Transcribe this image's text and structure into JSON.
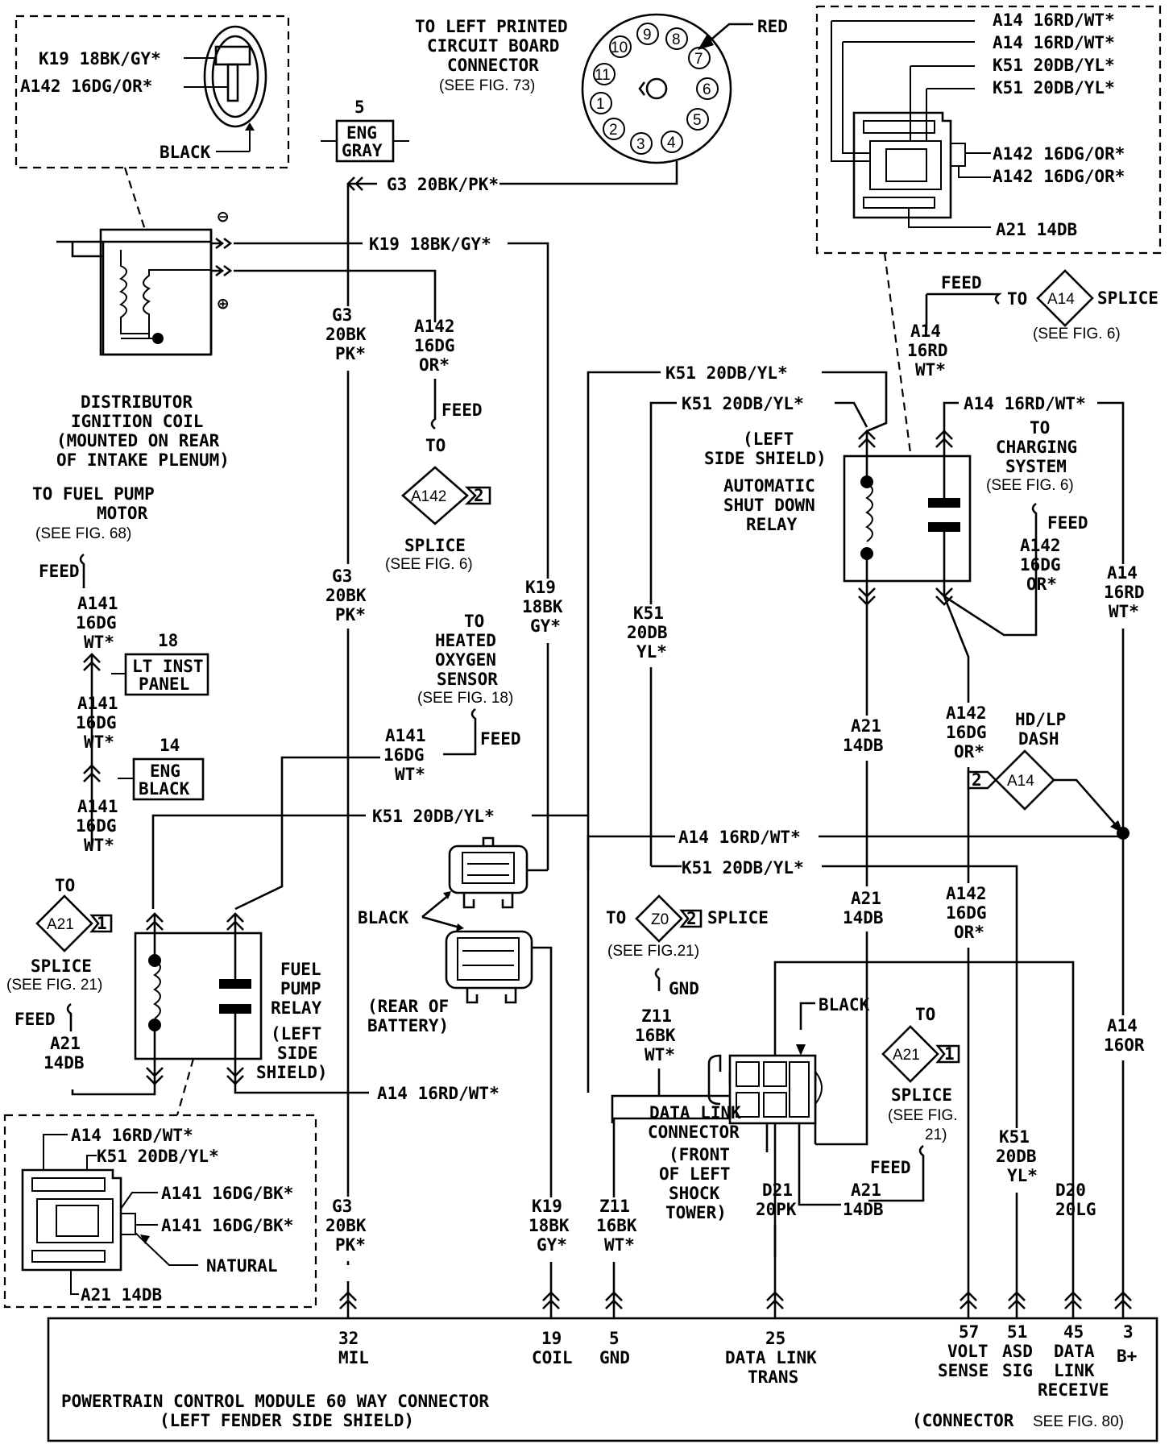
{
  "coil": {
    "inset_k19": "K19 18BK/GY*",
    "inset_a142": "A142 16DG/OR*",
    "inset_black": "BLACK",
    "minus": "⊖",
    "plus": "⊕",
    "title": [
      "DISTRIBUTOR",
      "IGNITION COIL",
      "(MOUNTED ON REAR",
      "OF INTAKE PLENUM)"
    ]
  },
  "eng_gray": {
    "num": "5",
    "line1": "ENG",
    "line2": "GRAY"
  },
  "left_pcb": {
    "title": [
      "TO LEFT PRINTED",
      "CIRCUIT BOARD",
      "CONNECTOR"
    ],
    "see": "(SEE FIG. 73)",
    "red": "RED",
    "pins": [
      "1",
      "2",
      "3",
      "4",
      "5",
      "6",
      "7",
      "8",
      "9",
      "10",
      "11"
    ]
  },
  "wires": {
    "g3_pk_top": "G3 20BK/PK*",
    "k19_top": "K19 18BK/GY*",
    "g3_v1": [
      "G3",
      "20BK",
      "PK*"
    ],
    "g3_v2": [
      "G3",
      "20BK",
      "PK*"
    ],
    "g3_v3": [
      "G3",
      "20BK",
      "PK*"
    ],
    "a142_v": [
      "A142",
      "16DG",
      "OR*"
    ],
    "feed1": "FEED",
    "to1": "TO",
    "k51_h1": "K51 20DB/YL*",
    "k51_h2": "K51 20DB/YL*",
    "k51_h3": "K51 20DB/YL*",
    "k51_h4": "K51 20DB/YL*",
    "k51_v": [
      "K51",
      "20DB",
      "YL*"
    ],
    "k19_v": [
      "K19",
      "18BK",
      "GY*"
    ],
    "k19_v2": [
      "K19",
      "18BK",
      "GY*"
    ],
    "a141_h": [
      "A141",
      "16DG",
      "WT*"
    ],
    "a14_h1": "A14 16RD/WT*",
    "a14_h2": "A14 16RD/WT*",
    "a14_h3": "A14 16RD/WT*",
    "a14_v1": [
      "A14",
      "16RD",
      "WT*"
    ],
    "a14_v2": [
      "A14",
      "16RD",
      "WT*"
    ],
    "a14_v3": [
      "A14",
      "16OR"
    ],
    "a21_v1": [
      "A21",
      "14DB"
    ],
    "a21_v2": [
      "A21",
      "14DB"
    ],
    "a142_v2": [
      "A142",
      "16DG",
      "OR*"
    ],
    "a142_v3": [
      "A142",
      "16DG",
      "OR*"
    ],
    "a142_v4": [
      "A142",
      "16DG",
      "OR*"
    ],
    "z11_v1": [
      "Z11",
      "16BK",
      "WT*"
    ],
    "z11_v2": [
      "Z11",
      "16BK",
      "WT*"
    ],
    "d21_v": [
      "D21",
      "20PK"
    ],
    "d20_v": [
      "D20",
      "20LG"
    ],
    "k51_v2": [
      "K51",
      "20DB",
      "YL*"
    ],
    "a21_v3": [
      "A21",
      "14DB"
    ]
  },
  "splice_a142": {
    "id": "A142",
    "num": "2",
    "title": "SPLICE",
    "see": "(SEE FIG. 6)"
  },
  "fuel_pump_motor": {
    "title": [
      "TO FUEL PUMP",
      "MOTOR"
    ],
    "see": "(SEE FIG. 68)",
    "feed": "FEED"
  },
  "a141_wires": {
    "w1": [
      "A141",
      "16DG",
      "WT*"
    ],
    "w2": [
      "A141",
      "16DG",
      "WT*"
    ],
    "w3": [
      "A141",
      "16DG",
      "WT*"
    ]
  },
  "lt_inst": {
    "num": "18",
    "line1": "LT INST",
    "line2": "PANEL"
  },
  "eng_black": {
    "num": "14",
    "line1": "ENG",
    "line2": "BLACK"
  },
  "oxygen": {
    "title": [
      "TO",
      "HEATED",
      "OXYGEN",
      "SENSOR"
    ],
    "see": "(SEE FIG. 18)",
    "feed": "FEED"
  },
  "splice_a21_left": {
    "to": "TO",
    "id": "A21",
    "num": "1",
    "title": "SPLICE",
    "see": "(SEE FIG. 21)",
    "feed": "FEED",
    "wire": [
      "A21",
      "14DB"
    ]
  },
  "fuel_pump_relay": {
    "title": [
      "FUEL",
      "PUMP",
      "RELAY"
    ],
    "loc": [
      "(LEFT",
      "SIDE",
      "SHIELD)"
    ]
  },
  "left_inset": {
    "a14": "A14 16RD/WT*",
    "k51": "K51 20DB/YL*",
    "a141a": "A141 16DG/BK*",
    "a141b": "A141 16DG/BK*",
    "natural": "NATURAL",
    "a21": "A21 14DB"
  },
  "battery": {
    "black": "BLACK",
    "title": [
      "(REAR OF",
      "BATTERY)"
    ]
  },
  "splice_z0": {
    "to": "TO",
    "id": "Z0",
    "num": "2",
    "title": "SPLICE",
    "see": "(SEE FIG.21)",
    "gnd": "GND"
  },
  "dlc": {
    "black": "BLACK",
    "title": [
      "DATA LINK",
      "CONNECTOR",
      "(FRONT",
      "OF LEFT",
      "SHOCK",
      "TOWER)"
    ]
  },
  "asd_relay": {
    "loc": [
      "(LEFT",
      "SIDE SHIELD)"
    ],
    "title": [
      "AUTOMATIC",
      "SHUT DOWN",
      "RELAY"
    ]
  },
  "right_inset": {
    "a14a": "A14 16RD/WT*",
    "a14b": "A14 16RD/WT*",
    "k51a": "K51 20DB/YL*",
    "k51b": "K51 20DB/YL*",
    "a142a": "A142 16DG/OR*",
    "a142b": "A142 16DG/OR*",
    "a21": "A21 14DB"
  },
  "splice_a14": {
    "feed": "FEED",
    "to": "TO",
    "id": "A14",
    "title": "SPLICE",
    "see": "(SEE FIG. 6)"
  },
  "charging": {
    "title": [
      "TO",
      "CHARGING",
      "SYSTEM"
    ],
    "see": "(SEE FIG. 6)",
    "feed": "FEED"
  },
  "hdlp": {
    "title": [
      "HD/LP",
      "DASH"
    ],
    "num": "2",
    "id": "A14"
  },
  "splice_a21_right": {
    "to": "TO",
    "id": "A21",
    "num": "1",
    "title": "SPLICE",
    "see": [
      "(SEE FIG.",
      "21)"
    ],
    "feed": "FEED"
  },
  "pcm": {
    "pins": [
      {
        "num": "32",
        "label": [
          "MIL"
        ]
      },
      {
        "num": "19",
        "label": [
          "COIL"
        ]
      },
      {
        "num": "5",
        "label": [
          "GND"
        ]
      },
      {
        "num": "25",
        "label": [
          "DATA LINK",
          "TRANS"
        ]
      },
      {
        "num": "57",
        "label": [
          "VOLT",
          "SENSE"
        ]
      },
      {
        "num": "51",
        "label": [
          "ASD",
          "SIG"
        ]
      },
      {
        "num": "45",
        "label": [
          "DATA",
          "LINK",
          "RECEIVE"
        ]
      },
      {
        "num": "3",
        "label": [
          "B+"
        ]
      }
    ],
    "title": "POWERTRAIN CONTROL MODULE 60 WAY CONNECTOR",
    "loc": "(LEFT FENDER SIDE SHIELD)",
    "conn": "(CONNECTOR",
    "see": "SEE FIG. 80)"
  }
}
